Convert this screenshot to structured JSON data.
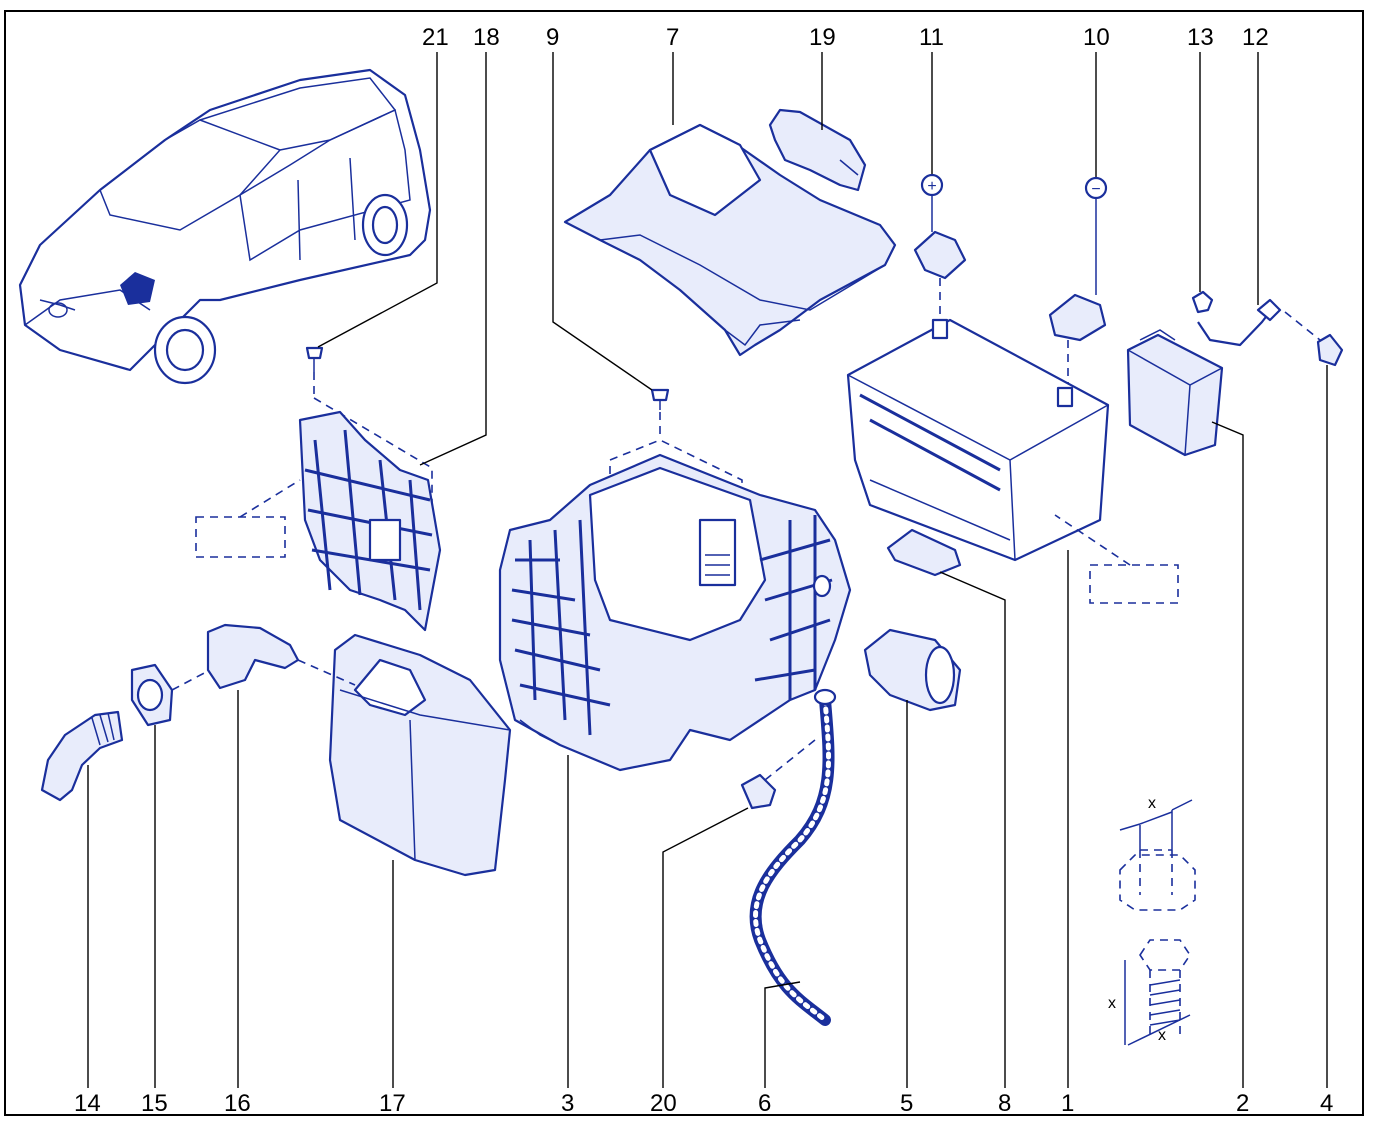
{
  "callouts": [
    {
      "id": "21",
      "text": "21"
    },
    {
      "id": "18",
      "text": "18"
    },
    {
      "id": "9",
      "text": "9"
    },
    {
      "id": "7",
      "text": "7"
    },
    {
      "id": "19",
      "text": "19"
    },
    {
      "id": "11",
      "text": "11"
    },
    {
      "id": "10",
      "text": "10"
    },
    {
      "id": "13",
      "text": "13"
    },
    {
      "id": "12",
      "text": "12"
    },
    {
      "id": "14",
      "text": "14"
    },
    {
      "id": "15",
      "text": "15"
    },
    {
      "id": "16",
      "text": "16"
    },
    {
      "id": "17",
      "text": "17"
    },
    {
      "id": "3",
      "text": "3"
    },
    {
      "id": "20",
      "text": "20"
    },
    {
      "id": "6",
      "text": "6"
    },
    {
      "id": "5",
      "text": "5"
    },
    {
      "id": "8",
      "text": "8"
    },
    {
      "id": "1",
      "text": "1"
    },
    {
      "id": "2",
      "text": "2"
    },
    {
      "id": "4",
      "text": "4"
    }
  ],
  "terminals": {
    "positive": "+",
    "negative": "−"
  },
  "dimension_mark": "x",
  "colors": {
    "line": "#1a2f9c",
    "fill": "#e8ecfb",
    "leader": "#000000"
  }
}
